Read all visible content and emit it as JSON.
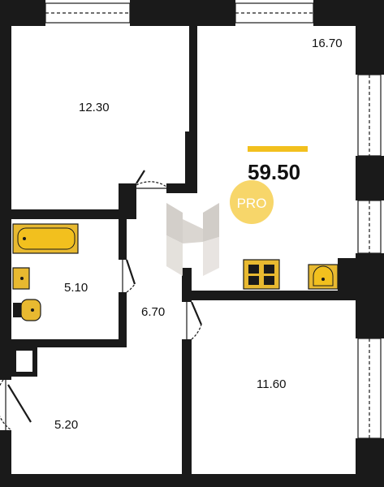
{
  "plan": {
    "total_area": "59.50",
    "badge": "PRO",
    "rooms": {
      "bedroom_top_left": "12.30",
      "living_room": "16.70",
      "bathroom": "5.10",
      "hallway": "6.70",
      "bedroom_bottom_right": "11.60",
      "entrance": "5.20"
    }
  },
  "colors": {
    "wall": "#1a1a1a",
    "accent": "#f2c01e",
    "accent_light": "#f7d66a",
    "fixture": "#e8b930",
    "watermark": "#d8d4d0"
  }
}
